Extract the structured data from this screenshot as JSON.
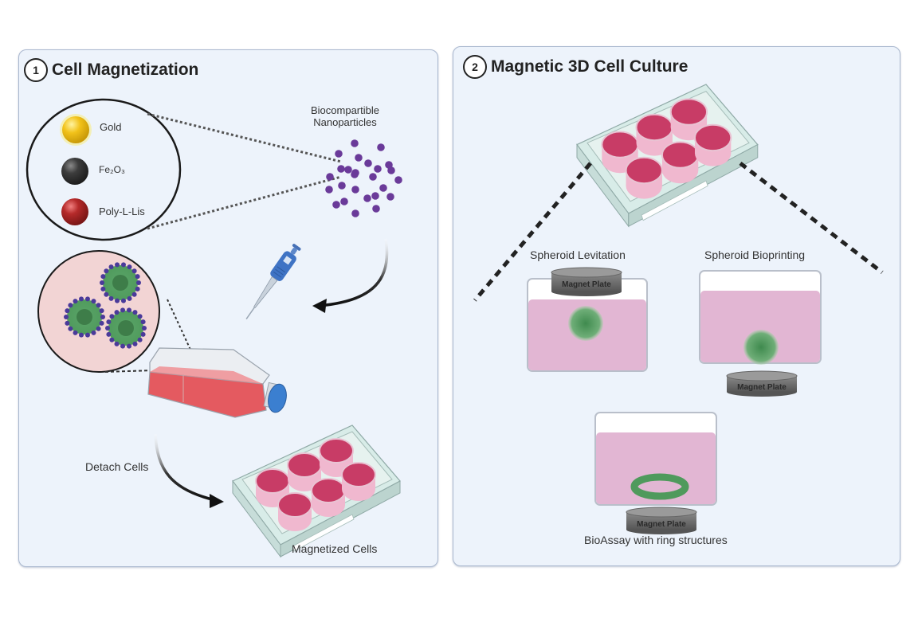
{
  "figure": {
    "panels": [
      {
        "number": "1",
        "title": "Cell Magnetization",
        "materials": [
          {
            "label": "Gold",
            "color": "#f2c21a"
          },
          {
            "label": "Fe₂O₃",
            "color": "#3d3d3d"
          },
          {
            "label": "Poly-L-Lis",
            "color": "#b52a2a"
          }
        ],
        "nanoparticles_label_line1": "Biocompartible",
        "nanoparticles_label_line2": "Nanoparticles",
        "detach_label": "Detach Cells",
        "result_label": "Magnetized Cells"
      },
      {
        "number": "2",
        "title": "Magnetic 3D Cell Culture",
        "methods": [
          {
            "label": "Spheroid Levitation",
            "magnet_label": "Magnet Plate",
            "magnet_position": "top"
          },
          {
            "label": "Spheroid Bioprinting",
            "magnet_label": "Magnet Plate",
            "magnet_position": "bottom"
          },
          {
            "label": "BioAssay with ring structures",
            "magnet_label": "Magnet Plate",
            "magnet_position": "bottom"
          }
        ]
      }
    ],
    "colors": {
      "panel_bg": "#edf3fb",
      "panel_border": "#aab8cf",
      "nanoparticle": "#6a3a99",
      "medium_pink": "#e2b6d3",
      "well_red": "#c83c66",
      "cell_green": "#4f9a5c",
      "flask_red": "#e45a60",
      "cap_blue": "#3b7fd0"
    }
  }
}
